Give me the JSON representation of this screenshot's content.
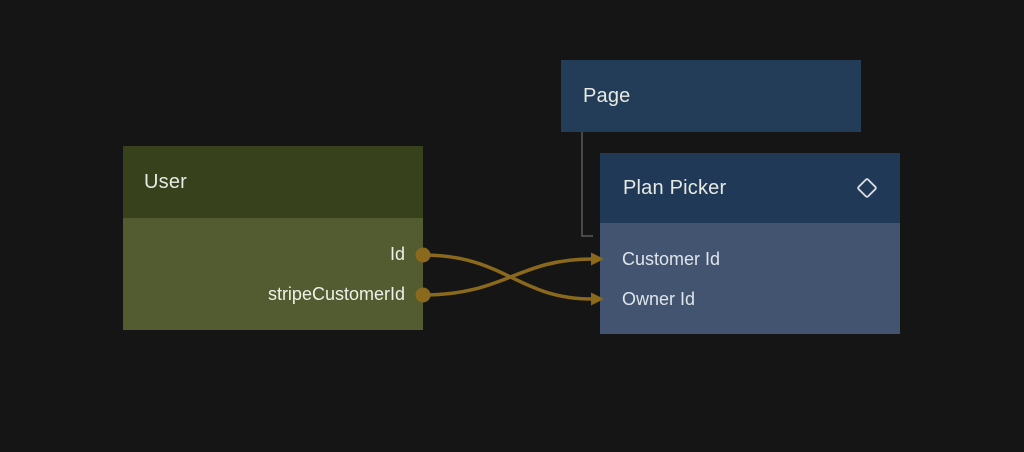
{
  "canvas": {
    "type": "node-flow-diagram"
  },
  "colors": {
    "canvas_bg": "#151515",
    "user_header": "#37411b",
    "user_body": "#535b31",
    "page_fill": "#233d59",
    "plan_picker_header": "#203956",
    "plan_picker_body": "#42546f",
    "edge_gold": "#8a681c",
    "edge_gray": "#5a5a5a",
    "text": "#e7eae3",
    "icon": "#d8dde3"
  },
  "nodes": {
    "user": {
      "title": "User",
      "fields": [
        {
          "label": "Id",
          "port": "output"
        },
        {
          "label": "stripeCustomerId",
          "port": "output"
        }
      ]
    },
    "page": {
      "title": "Page"
    },
    "plan_picker": {
      "title": "Plan Picker",
      "icon": "diamond-icon",
      "fields": [
        {
          "label": "Customer Id",
          "port": "input"
        },
        {
          "label": "Owner Id",
          "port": "input"
        }
      ]
    }
  },
  "edges": [
    {
      "from": "User.Id",
      "to": "Plan Picker.Owner Id",
      "style": "gold-curve-arrow"
    },
    {
      "from": "User.stripeCustomerId",
      "to": "Plan Picker.Customer Id",
      "style": "gold-curve-arrow"
    },
    {
      "from": "Page",
      "to": "Plan Picker",
      "style": "gray-elbow"
    }
  ]
}
